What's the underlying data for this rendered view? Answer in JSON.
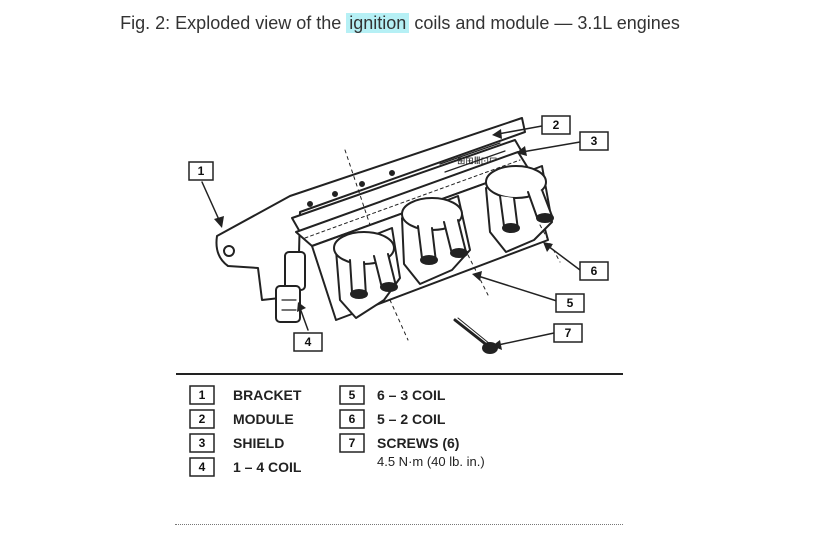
{
  "caption": {
    "prefix": "Fig. 2: Exploded view of the ",
    "highlight": "ignition",
    "suffix": " coils and module — 3.1L engines"
  },
  "callouts": [
    "1",
    "2",
    "3",
    "4",
    "5",
    "6",
    "7"
  ],
  "legend": [
    {
      "num": "1",
      "label": "BRACKET"
    },
    {
      "num": "2",
      "label": "MODULE"
    },
    {
      "num": "3",
      "label": "SHIELD"
    },
    {
      "num": "4",
      "label": "1 – 4 COIL"
    },
    {
      "num": "5",
      "label": "6 – 3 COIL"
    },
    {
      "num": "6",
      "label": "5 – 2 COIL"
    },
    {
      "num": "7",
      "label": "SCREWS (6)",
      "sub": "4.5 N·m (40 lb. in.)"
    }
  ]
}
